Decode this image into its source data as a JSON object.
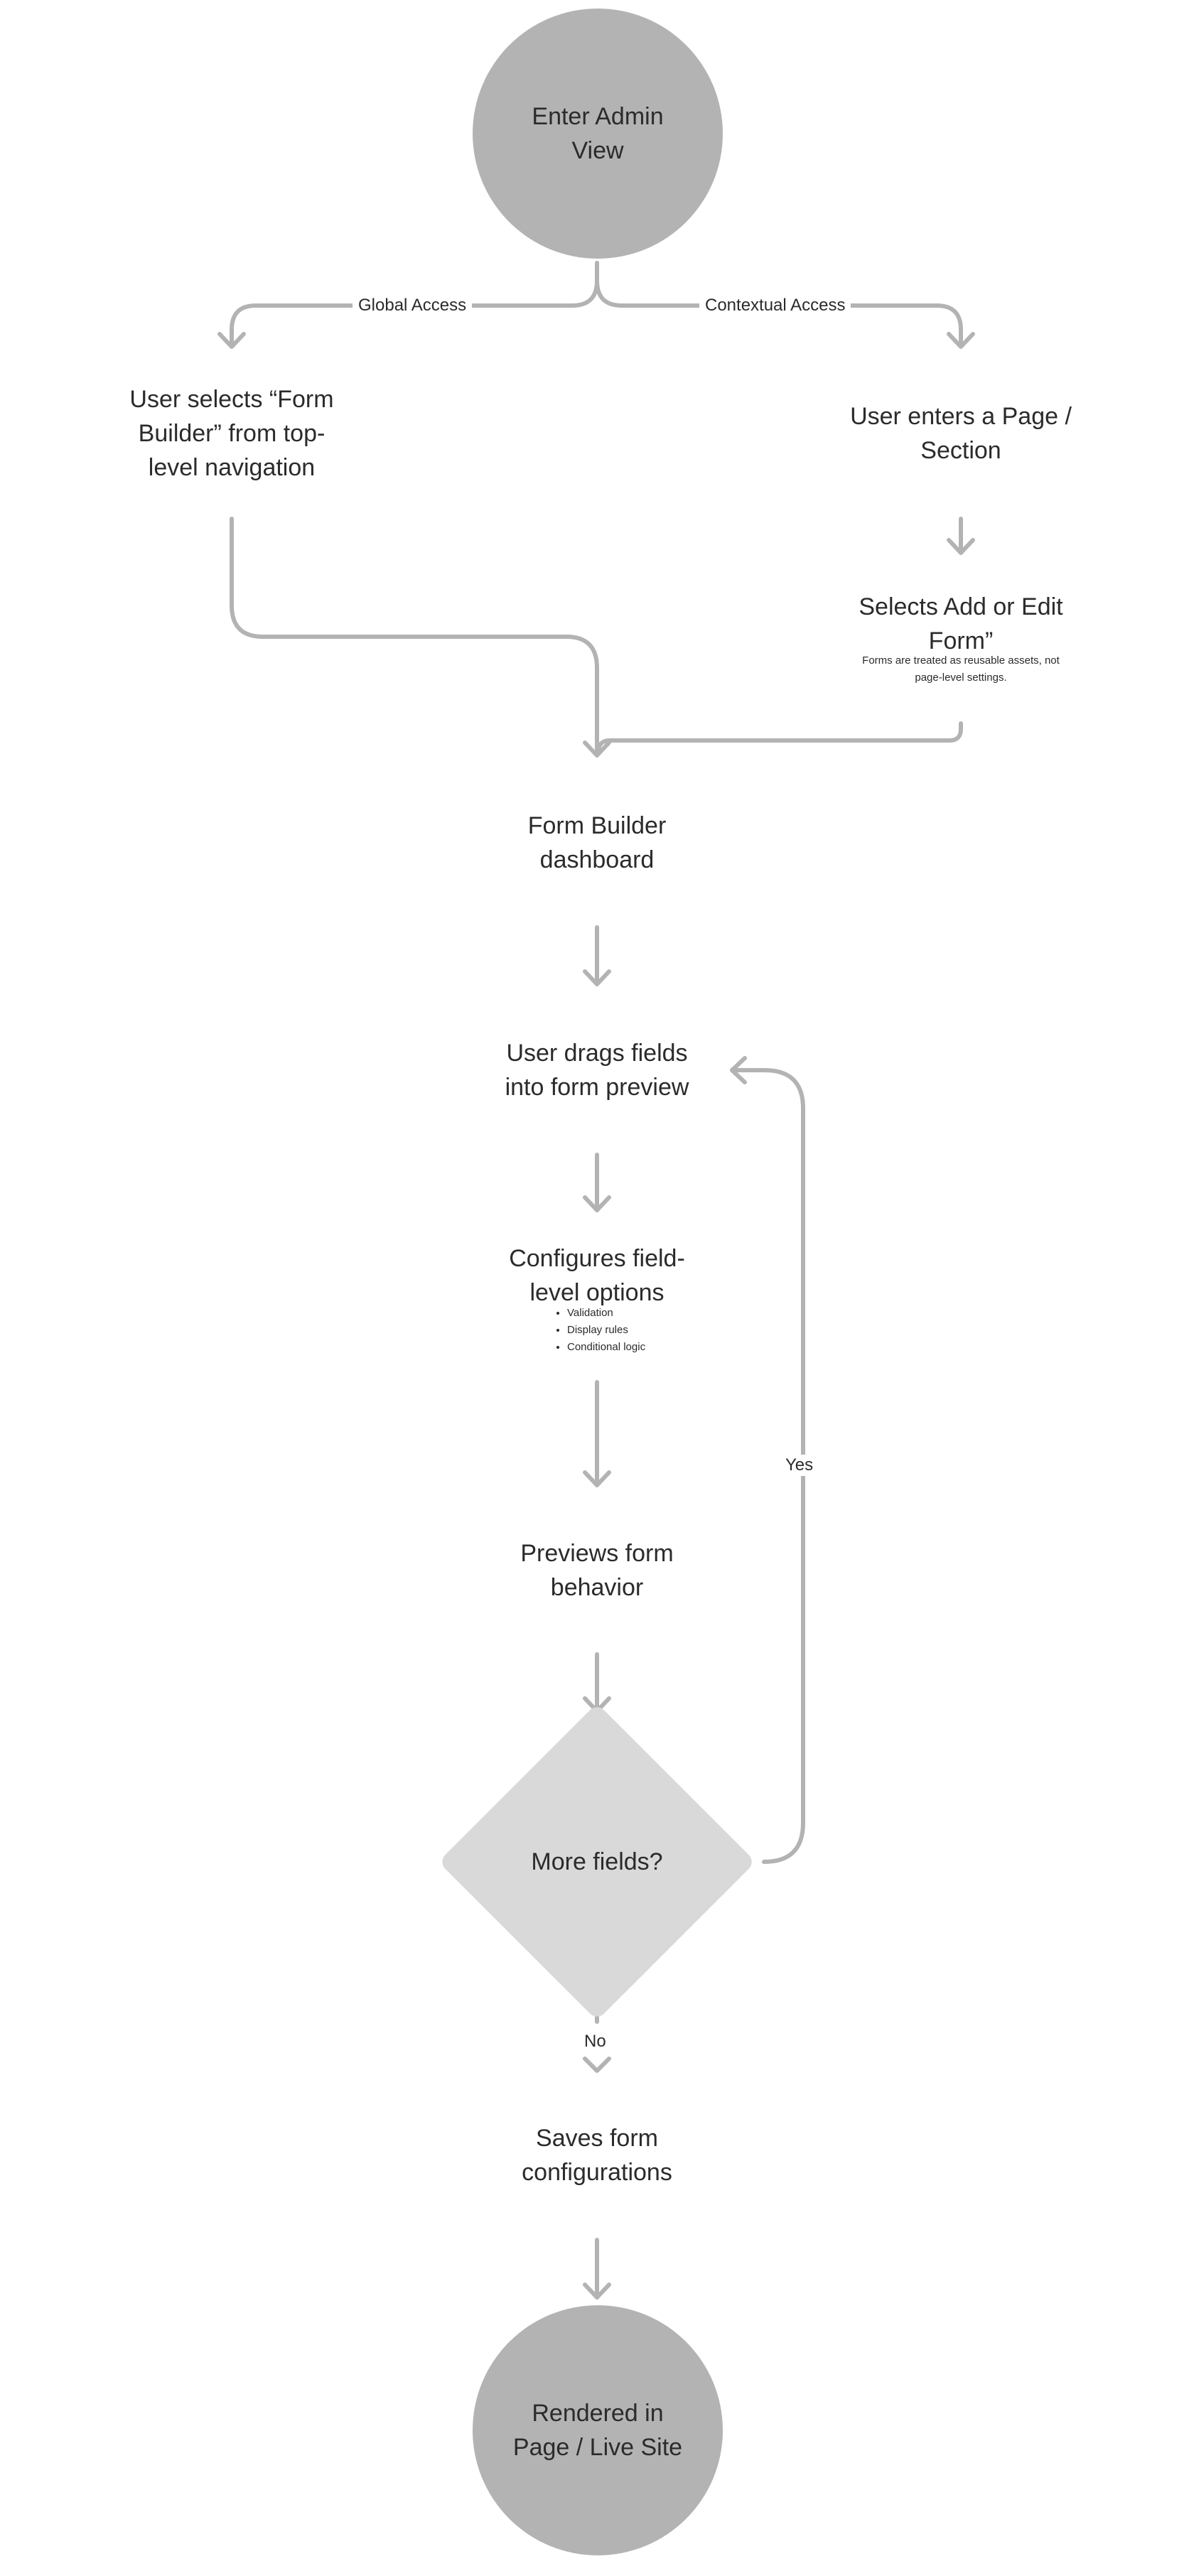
{
  "nodes": {
    "start": "Enter Admin View",
    "global_step": "User selects “Form Builder” from top-level navigation",
    "contextual_step1": "User enters a Page / Section",
    "contextual_step2": "Selects Add or Edit Form”",
    "contextual_note": "Forms are treated as reusable assets, not page-level settings.",
    "dashboard": "Form Builder dashboard",
    "drag_fields": "User drags fields into form preview",
    "configure": "Configures field-level options",
    "configure_options": [
      "Validation",
      "Display rules",
      "Conditional logic"
    ],
    "preview": "Previews form behavior",
    "decision": "More fields?",
    "save": "Saves form configurations",
    "end": "Rendered in Page / Live Site"
  },
  "edges": {
    "global": "Global Access",
    "contextual": "Contextual Access",
    "yes": "Yes",
    "no": "No"
  },
  "colors": {
    "terminal_fill": "#b3b3b3",
    "decision_fill": "#d9d9d9",
    "connector": "#b3b3b3",
    "text": "#2b2b2b"
  }
}
